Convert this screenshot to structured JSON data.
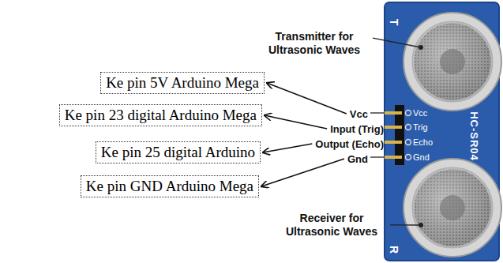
{
  "diagram": {
    "nodes": [
      {
        "text": [
          "Ke pin 5V Arduino Mega"
        ]
      },
      {
        "text": [
          "Ke pin 23 digital Arduino Mega"
        ]
      },
      {
        "text": [
          "Ke pin 25 digital Arduino"
        ]
      },
      {
        "text": [
          "Ke pin GND Arduino Mega"
        ]
      }
    ],
    "labels": [
      "Transmitter for Ultrasonic Waves",
      "Receiver for Ultrasonic Waves",
      "Vcc",
      "Input (Trig)",
      "Output (Echo)",
      "Gnd",
      "Vcc",
      "Trig",
      "Echo",
      "Gnd",
      "HC-SR04",
      "T",
      "R"
    ]
  }
}
